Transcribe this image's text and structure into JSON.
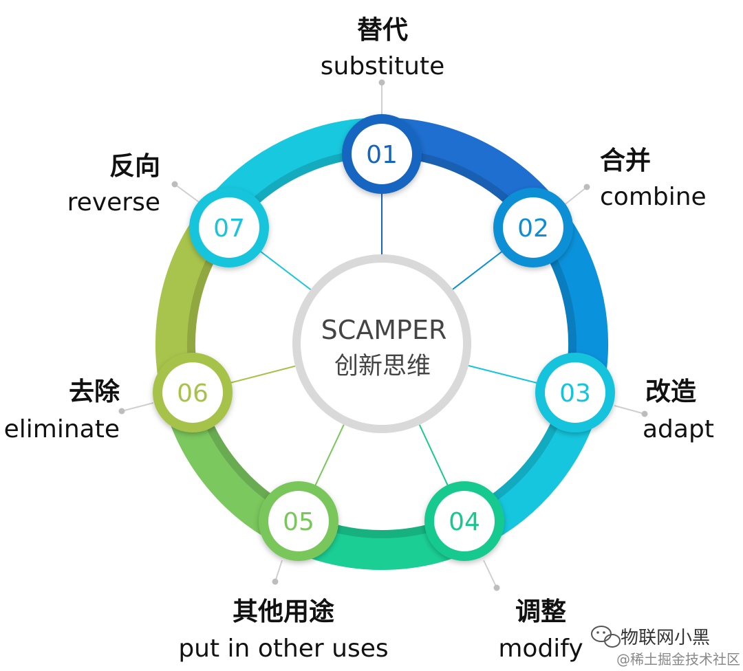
{
  "center": {
    "title": "SCAMPER",
    "subtitle": "创新思维"
  },
  "nodes": [
    {
      "num": "01",
      "zh": "替代",
      "en": "substitute",
      "color": "#1565c0",
      "ring": "#1e6fd0"
    },
    {
      "num": "02",
      "zh": "合并",
      "en": "combine",
      "color": "#0a8fd6",
      "ring": "#0b92dc"
    },
    {
      "num": "03",
      "zh": "改造",
      "en": "adapt",
      "color": "#14c3dc",
      "ring": "#16c6de"
    },
    {
      "num": "04",
      "zh": "调整",
      "en": "modify",
      "color": "#17c98f",
      "ring": "#1bcf94"
    },
    {
      "num": "05",
      "zh": "其他用途",
      "en": "put in other uses",
      "color": "#79c65a",
      "ring": "#7bc85e"
    },
    {
      "num": "06",
      "zh": "去除",
      "en": "eliminate",
      "color": "#a6c24a",
      "ring": "#a9c44c"
    },
    {
      "num": "07",
      "zh": "反向",
      "en": "reverse",
      "color": "#16c4dc",
      "ring": "#18c8df"
    }
  ],
  "watermark": {
    "main": "物联网小黑",
    "sub": "@稀土掘金技术社区"
  }
}
